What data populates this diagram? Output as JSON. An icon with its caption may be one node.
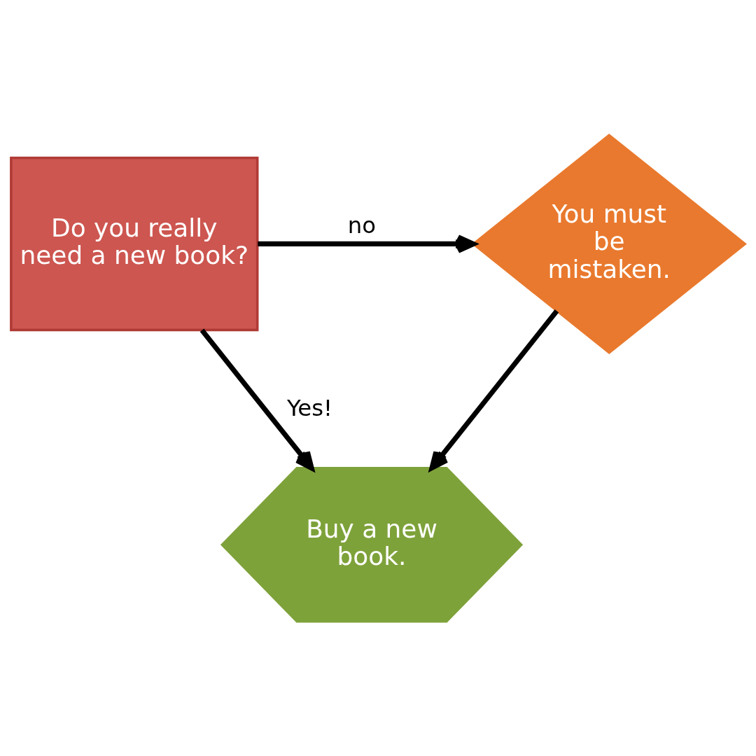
{
  "diagram": {
    "nodes": [
      {
        "text": [
          "Do you really need a new book?"
        ]
      },
      {
        "text": [
          "You must be mistaken."
        ]
      },
      {
        "text": [
          "Buy a new book."
        ]
      }
    ],
    "edges": [
      {
        "from": 0,
        "to": 1,
        "arrow": "to",
        "label": "no"
      },
      {
        "from": 0,
        "to": 2,
        "arrow": "to",
        "label": "Yes!"
      },
      {
        "from": 1,
        "to": 2,
        "arrow": "to"
      }
    ]
  }
}
